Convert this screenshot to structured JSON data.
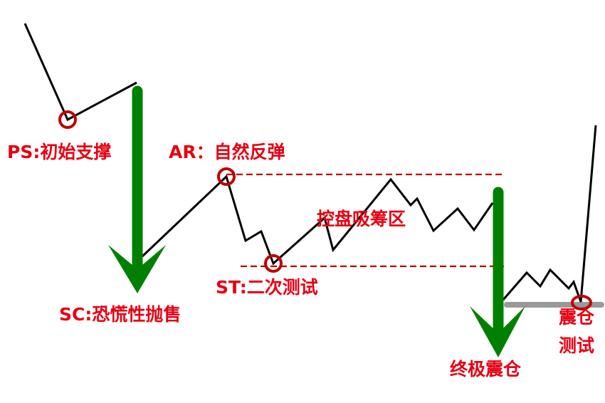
{
  "colors": {
    "label": "#e60012",
    "arrow": "#008000",
    "price_line": "#000000",
    "range_line": "#c00000",
    "marker": "#c00000",
    "spring_support": "#999999"
  },
  "labels": {
    "ps": "PS:初始支撑",
    "ar": "AR：自然反弹",
    "range": "控盘吸筹区",
    "st": "ST:二次测试",
    "sc": "SC:恐慌性抛售",
    "spring": "终极震仓",
    "test_line1": "震仓",
    "test_line2": "测试"
  }
}
